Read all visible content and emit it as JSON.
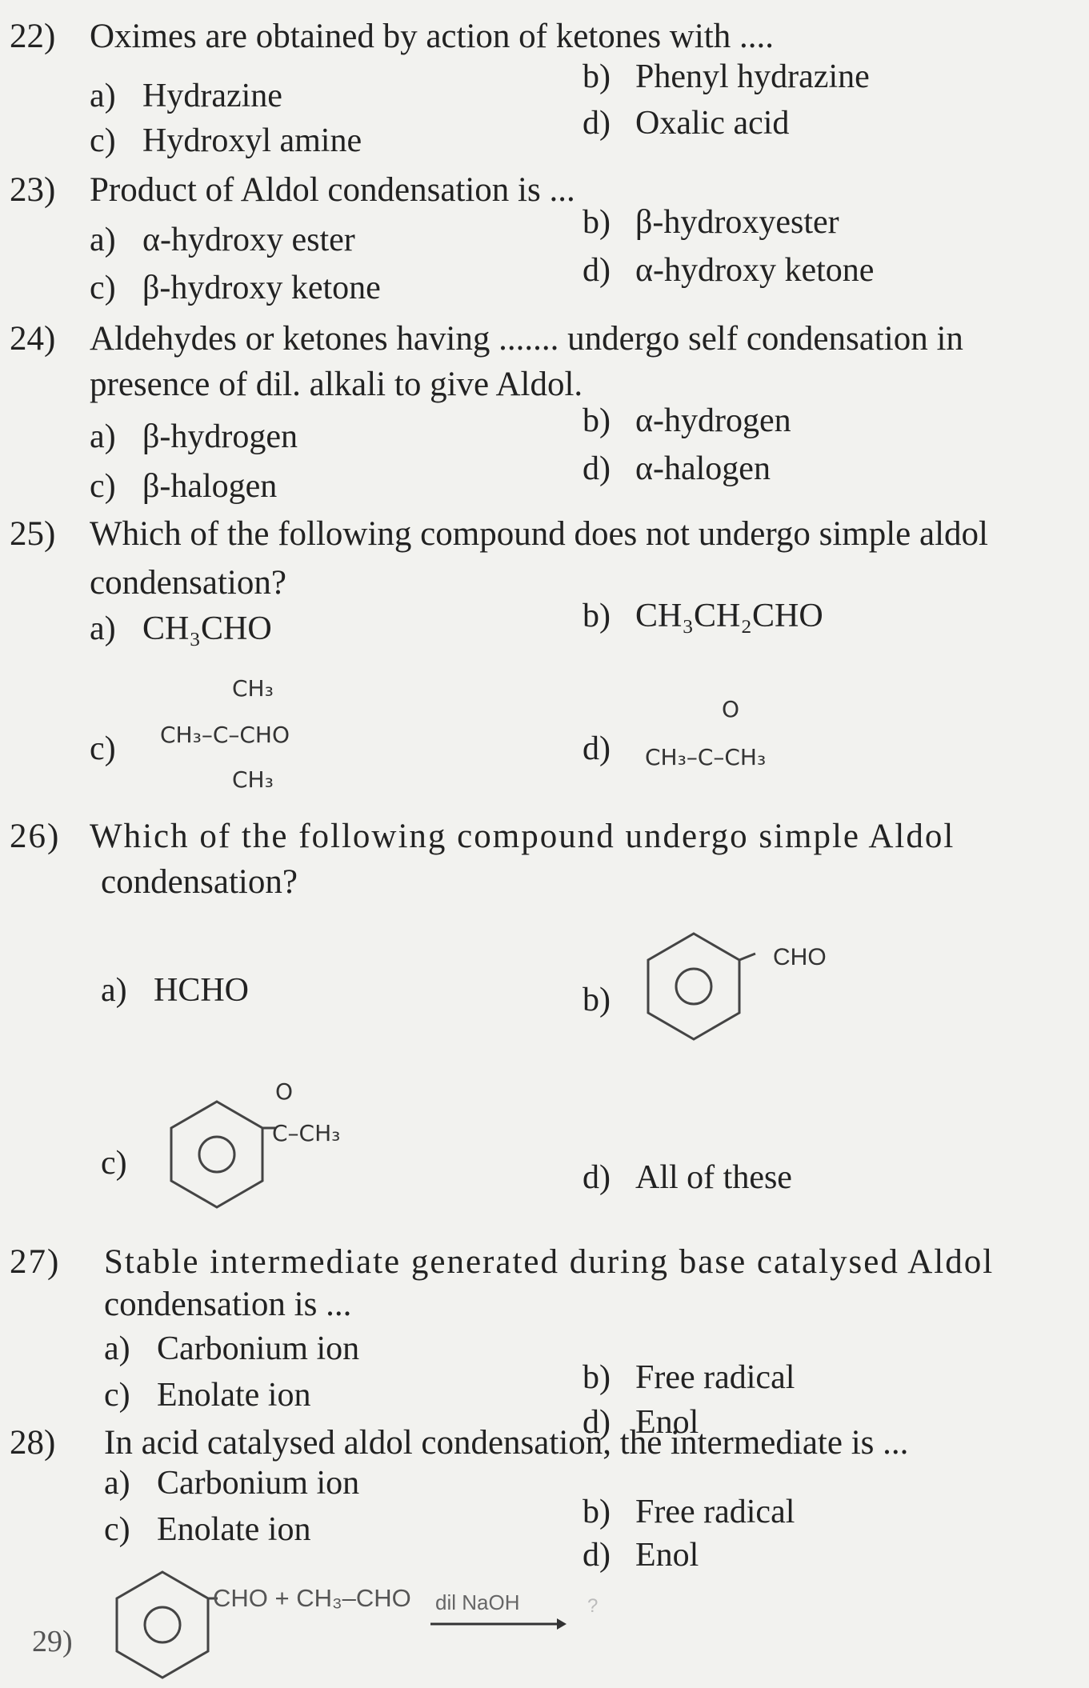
{
  "questions": [
    {
      "num": "22)",
      "text": "Oximes are obtained by action of ketones with ....",
      "options": [
        {
          "label": "a)",
          "text": "Hydrazine"
        },
        {
          "label": "b)",
          "text": "Phenyl hydrazine"
        },
        {
          "label": "c)",
          "text": "Hydroxyl amine"
        },
        {
          "label": "d)",
          "text": "Oxalic acid"
        }
      ]
    },
    {
      "num": "23)",
      "text": "Product of Aldol condensation is ...",
      "options": [
        {
          "label": "a)",
          "text": "α-hydroxy ester"
        },
        {
          "label": "b)",
          "text": "β-hydroxyester"
        },
        {
          "label": "c)",
          "text": "β-hydroxy ketone"
        },
        {
          "label": "d)",
          "text": "α-hydroxy ketone"
        }
      ]
    },
    {
      "num": "24)",
      "text": "Aldehydes or ketones having ....... undergo self condensation in",
      "text2": "presence of dil. alkali to give Aldol.",
      "options": [
        {
          "label": "a)",
          "text": "β-hydrogen"
        },
        {
          "label": "b)",
          "text": "α-hydrogen"
        },
        {
          "label": "c)",
          "text": "β-halogen"
        },
        {
          "label": "d)",
          "text": "α-halogen"
        }
      ]
    },
    {
      "num": "25)",
      "text": "Which of the following compound does not undergo simple aldol",
      "text2": "condensation?",
      "options": [
        {
          "label": "a)",
          "text": "CH₃CHO"
        },
        {
          "label": "b)",
          "text": "CH₃CH₂CHO"
        },
        {
          "label": "c)",
          "chem_top": "CH₃",
          "chem_mid": "CH₃–C–CHO",
          "chem_bot": "CH₃"
        },
        {
          "label": "d)",
          "chem_top": "O",
          "chem_mid": "CH₃–C–CH₃"
        }
      ]
    },
    {
      "num": "26)",
      "text": "Which of the following compound undergo simple Aldol",
      "text2": "condensation?",
      "options": [
        {
          "label": "a)",
          "text": "HCHO"
        },
        {
          "label": "b)",
          "chem": "CHO"
        },
        {
          "label": "c)",
          "chem_top": "O",
          "chem_mid": "C–CH₃"
        },
        {
          "label": "d)",
          "text": "All of these"
        }
      ]
    },
    {
      "num": "27)",
      "text": "Stable intermediate generated during base catalysed Aldol",
      "text2": "condensation is ...",
      "options": [
        {
          "label": "a)",
          "text": "Carbonium ion"
        },
        {
          "label": "b)",
          "text": "Free radical"
        },
        {
          "label": "c)",
          "text": "Enolate ion"
        },
        {
          "label": "d)",
          "text": "Enol"
        }
      ]
    },
    {
      "num": "28)",
      "text": "In acid catalysed aldol condensation, the intermediate is ...",
      "options": [
        {
          "label": "a)",
          "text": "Carbonium ion"
        },
        {
          "label": "b)",
          "text": "Free radical"
        },
        {
          "label": "c)",
          "text": "Enolate ion"
        },
        {
          "label": "d)",
          "text": "Enol"
        }
      ]
    },
    {
      "num": "29)",
      "reaction": "CHO + CH₃–CHO",
      "reagent": "dil NaOH",
      "product": "?"
    }
  ]
}
